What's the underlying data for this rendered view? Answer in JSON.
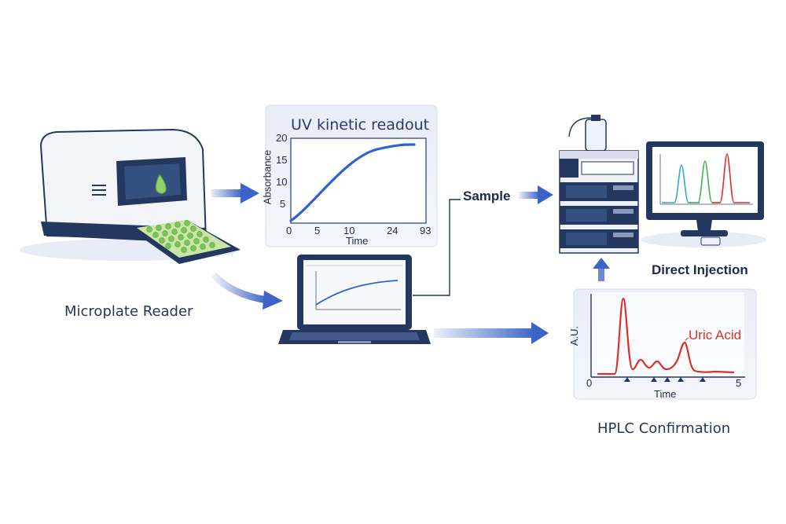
{
  "captions": {
    "microplate_reader": "Microplate Reader",
    "hplc_confirmation": "HPLC Confirmation",
    "sample": "Sample",
    "direct_injection": "Direct Injection"
  },
  "uv_chart": {
    "title": "UV kinetic readout",
    "xlabel": "Time",
    "ylabel": "Absorbance",
    "x_ticks": [
      "0",
      "5",
      "10",
      "24",
      "93"
    ],
    "y_ticks": [
      "20",
      "15",
      "10",
      "5"
    ]
  },
  "hplc_chart": {
    "ylabel": "A.U.",
    "xlabel": "Time",
    "x_ticks": [
      "0",
      "5"
    ],
    "peak_label": "Uric Acid"
  },
  "colors": {
    "arrow": "#3b63c8",
    "uv_curve": "#2d63d0",
    "hplc_trace": "#d8312a",
    "navy": "#24375f"
  },
  "icons": [
    "microplate-reader-icon",
    "laptop-icon",
    "hplc-instrument-icon",
    "monitor-icon"
  ]
}
